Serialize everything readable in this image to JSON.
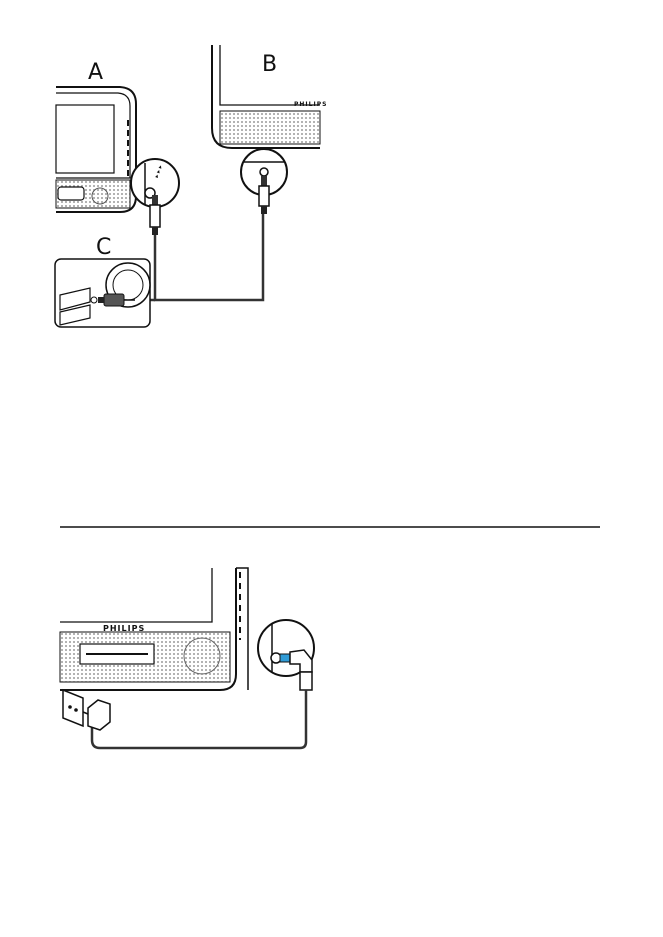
{
  "figure_top": {
    "labels": {
      "a": "A",
      "b": "B",
      "c": "C"
    },
    "brand_b": "PHILIPS"
  },
  "figure_bottom": {
    "brand": "PHILIPS"
  },
  "colors": {
    "ink": "#1a1a1a",
    "grille": "#8c8c8c",
    "highlight": "#2f9bd6"
  }
}
